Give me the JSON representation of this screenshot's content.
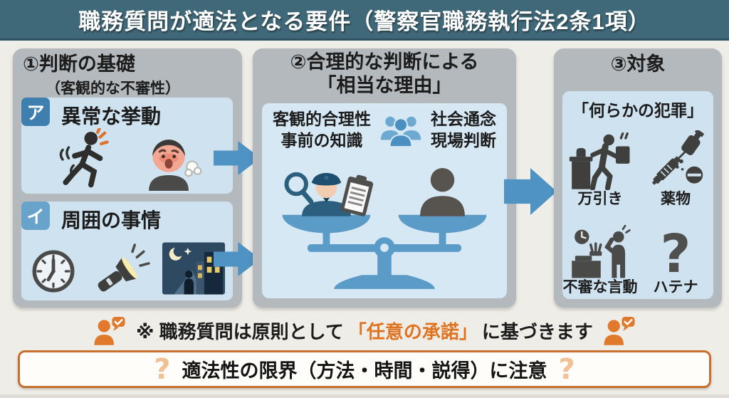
{
  "header": {
    "title": "職務質問が適法となる要件（警察官職務執行法2条1項）"
  },
  "panel_basis": {
    "title": "①判断の基礎",
    "subtitle": "（客観的な不審性）",
    "item_a": {
      "badge": "ア",
      "label": "異常な挙動"
    },
    "item_b": {
      "badge": "イ",
      "label": "周囲の事情"
    }
  },
  "panel_judgment": {
    "title_line1": "②合理的な判断による",
    "title_line2": "「相当な理由」",
    "left_line1": "客観的合理性",
    "left_line2": "事前の知識",
    "right_line1": "社会通念",
    "right_line2": "現場判断"
  },
  "panel_target": {
    "title": "③対象",
    "heading": "「何らかの犯罪」",
    "label_shoplifting": "万引き",
    "label_drugs": "薬物",
    "label_suspicious": "不審な言動",
    "label_hatena": "ハテナ",
    "hatena_glyph": "?"
  },
  "note": {
    "prefix": "※ 職務質問は原則として",
    "highlight": "「任意の承諾」",
    "suffix": "に基づきます"
  },
  "caution": {
    "mark": "?",
    "text": "適法性の限界（方法・時間・説得）に注意"
  },
  "colors": {
    "header_teal": "#3f6878",
    "panel_gray": "#b3b9bc",
    "box_blue": "#cfe2ef",
    "arrow_blue": "#4e93c4",
    "accent_orange": "#e0731f",
    "caution_border": "#c96f2d"
  }
}
